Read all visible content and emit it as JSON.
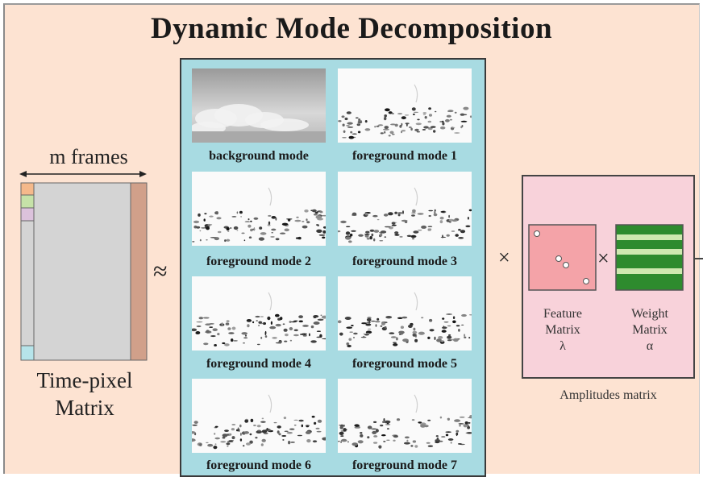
{
  "title": "Dynamic Mode Decomposition",
  "time_pixel": {
    "top_label": "m frames",
    "caption_line1": "Time-pixel",
    "caption_line2": "Matrix"
  },
  "approx_symbol": "≈",
  "modes": [
    {
      "label": "background mode",
      "kind": "background"
    },
    {
      "label": "foreground mode 1",
      "kind": "foreground"
    },
    {
      "label": "foreground mode 2",
      "kind": "foreground"
    },
    {
      "label": "foreground mode 3",
      "kind": "foreground"
    },
    {
      "label": "foreground mode 4",
      "kind": "foreground"
    },
    {
      "label": "foreground mode 5",
      "kind": "foreground"
    },
    {
      "label": "foreground mode 6",
      "kind": "foreground"
    },
    {
      "label": "foreground mode 7",
      "kind": "foreground"
    }
  ],
  "times_symbol": "×",
  "amplitudes": {
    "caption": "Amplitudes matrix",
    "feature_line1": "Feature",
    "feature_line2": "Matrix",
    "feature_symbol": "λ",
    "weight_line1": "Weight",
    "weight_line2": "Matrix",
    "weight_symbol": "α"
  },
  "colors": {
    "background": "#fde3d2",
    "modes_panel": "#a8dbe2",
    "amplitudes_panel": "#f8d2da",
    "feature_matrix": "#f4a3a8",
    "weight_matrix_green": "#2e8b2e",
    "weight_matrix_stripe": "#cfe8b0"
  }
}
